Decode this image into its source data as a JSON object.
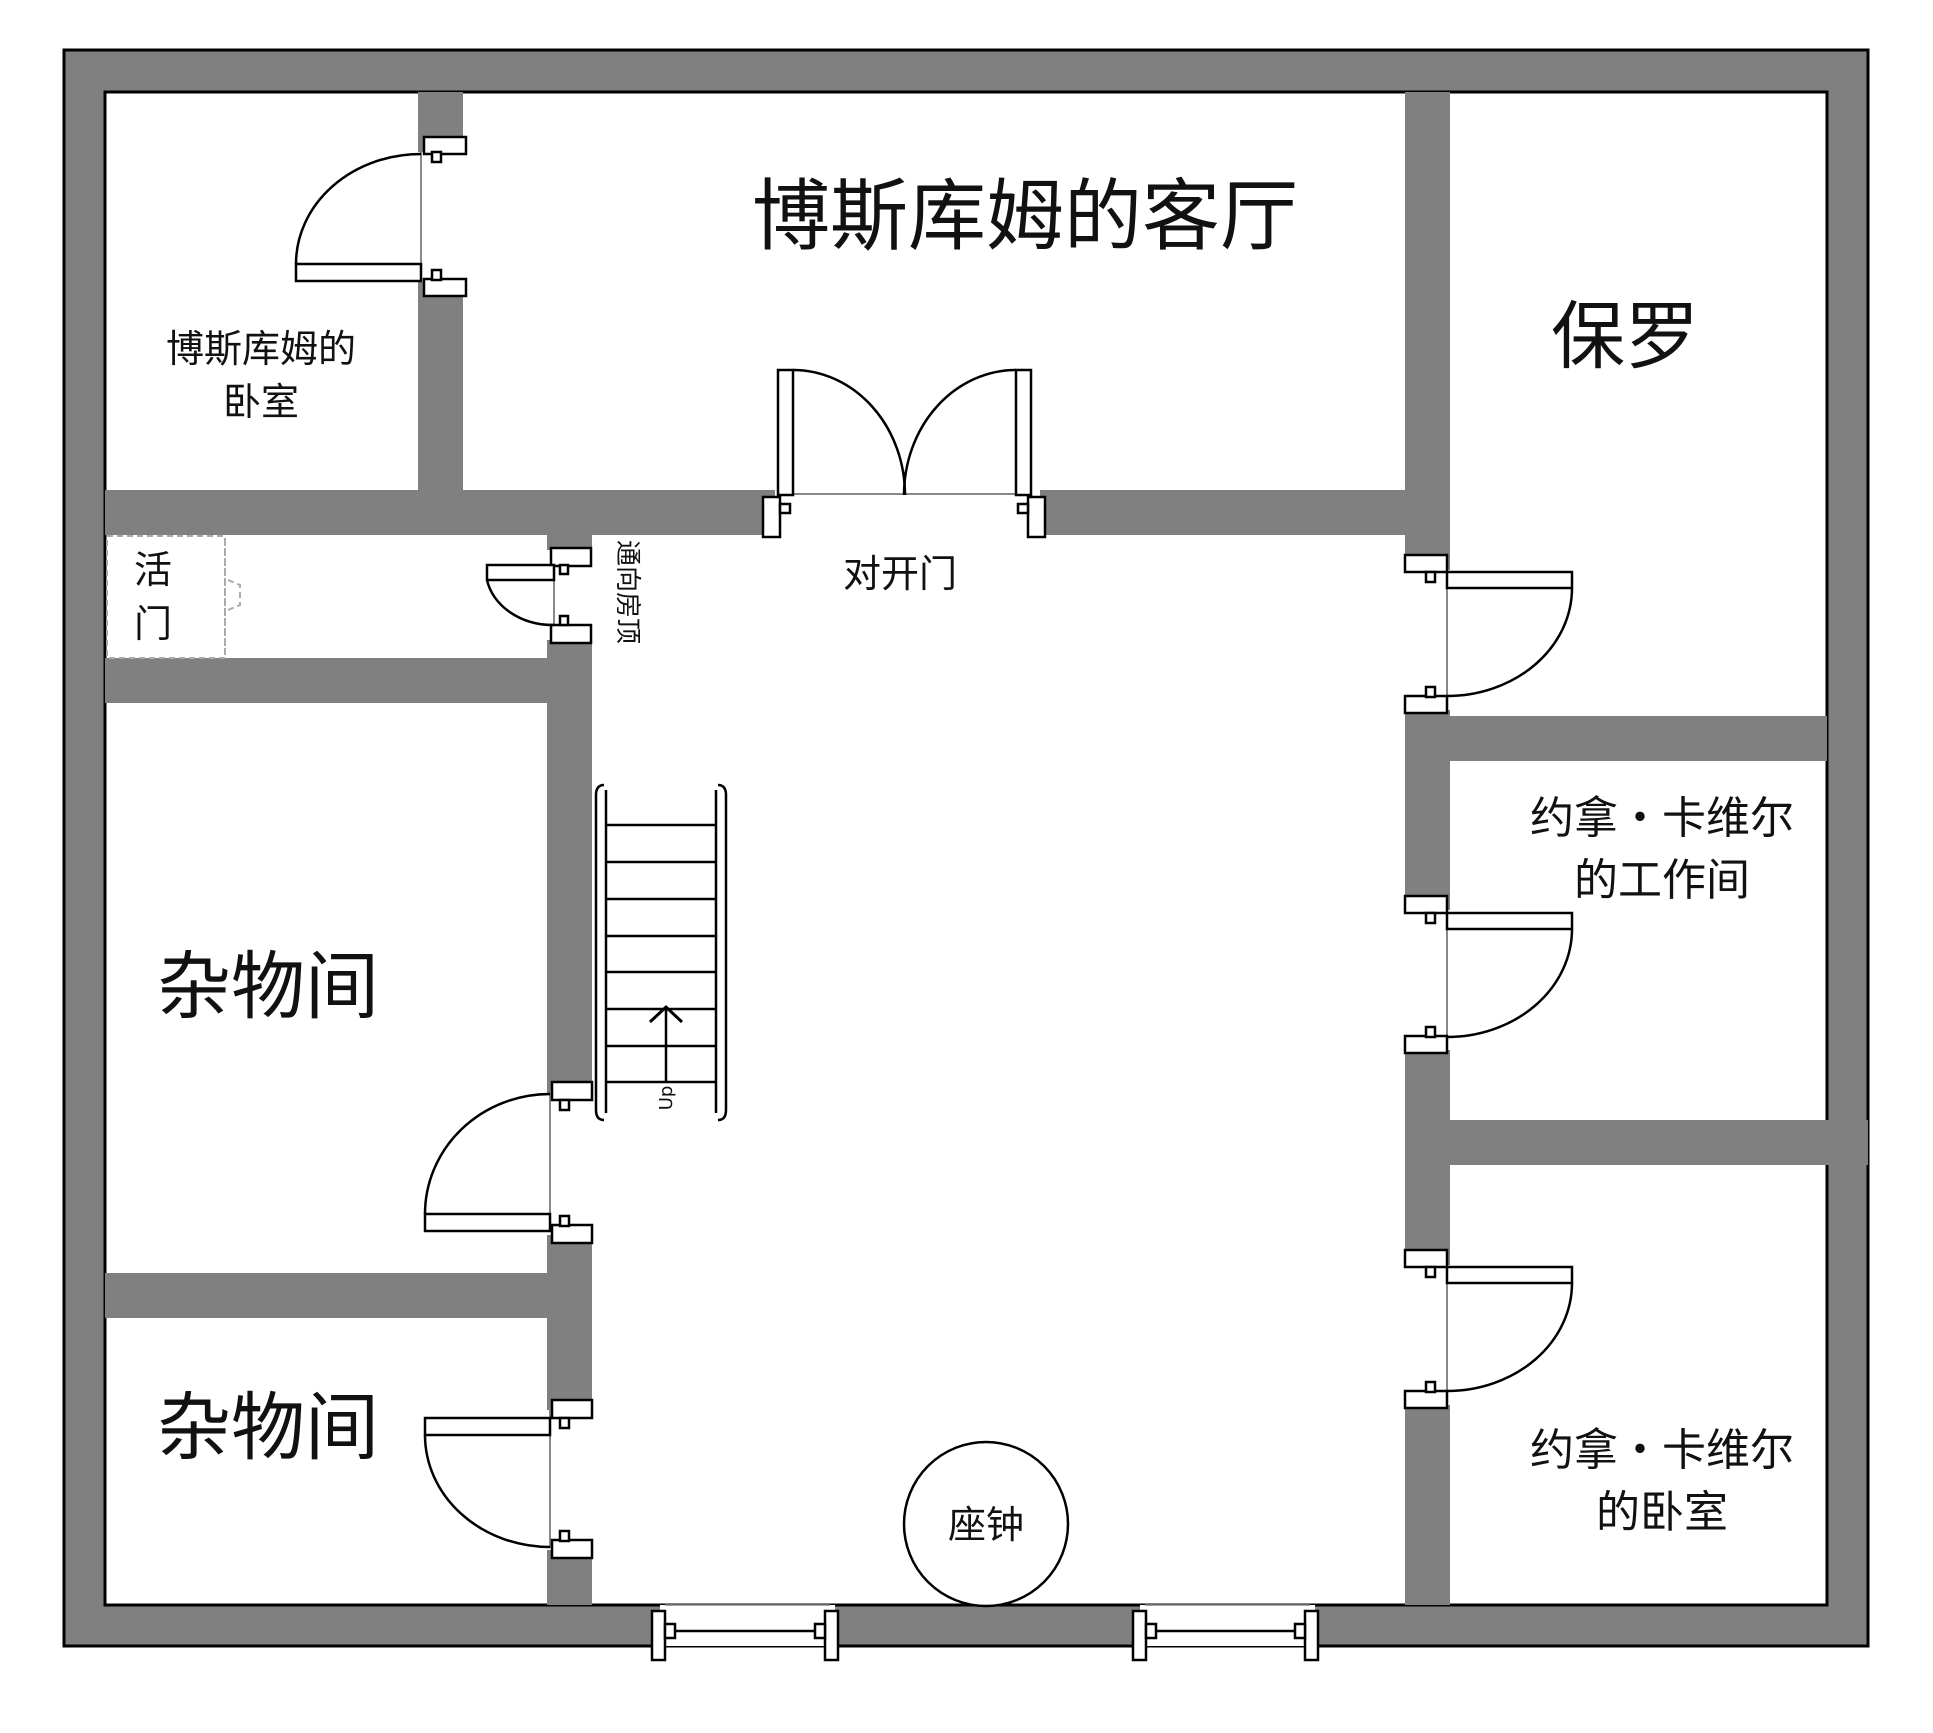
{
  "plan": {
    "rooms": {
      "living_room": "博斯库姆的客厅",
      "bedroom_line1": "博斯库姆的",
      "bedroom_line2": "卧室",
      "paul": "保罗",
      "storage_1": "杂物间",
      "storage_2": "杂物间",
      "workshop_line1": "约拿・卡维尔",
      "workshop_line2": "的工作间",
      "jonah_bedroom_line1": "约拿・卡维尔",
      "jonah_bedroom_line2": "的卧室"
    },
    "labels": {
      "double_door": "对开门",
      "trapdoor_line1": "活",
      "trapdoor_line2": "门",
      "to_roof": "通向房顶",
      "stairs_up": "Up",
      "clock": "座钟"
    },
    "colors": {
      "wall": "#808080",
      "outline": "#000000",
      "floor": "#ffffff",
      "dashed": "#aaaaaa"
    }
  }
}
